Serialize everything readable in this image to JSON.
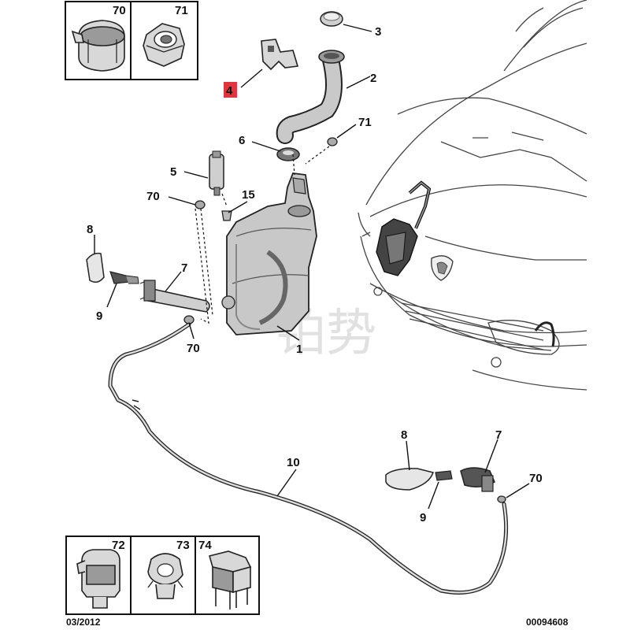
{
  "inset_top": {
    "labels": [
      "70",
      "71"
    ]
  },
  "inset_bottom": {
    "labels": [
      "72",
      "73",
      "74"
    ]
  },
  "callouts": {
    "c1": "1",
    "c2": "2",
    "c3": "3",
    "c4": "4",
    "c5": "5",
    "c6": "6",
    "c7a": "7",
    "c7b": "7",
    "c8a": "8",
    "c8b": "8",
    "c9a": "9",
    "c9b": "9",
    "c10": "10",
    "c15": "15",
    "c70a": "70",
    "c70b": "70",
    "c70c": "70",
    "c71": "71"
  },
  "highlight_color": "#e0343f",
  "watermark": "铂势",
  "footer": {
    "date": "03/2012",
    "ref": "00094608"
  }
}
